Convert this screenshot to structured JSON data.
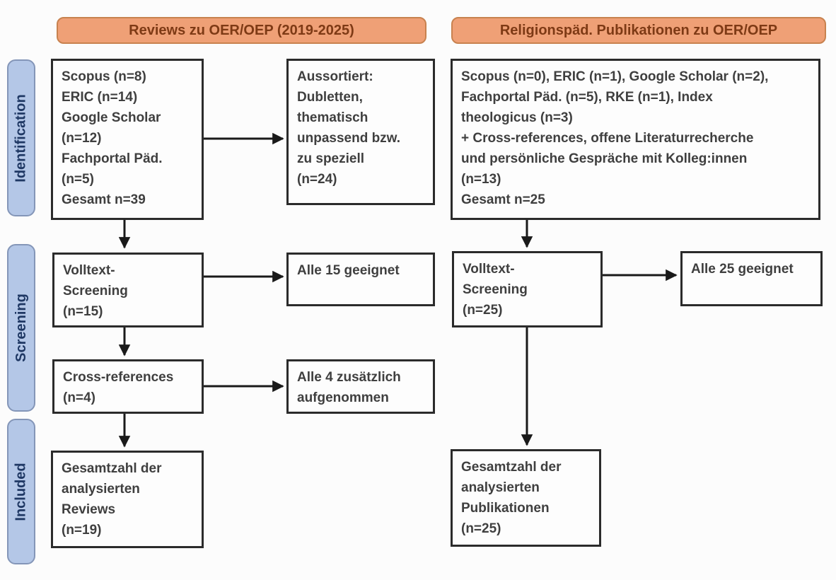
{
  "headers": {
    "left": "Reviews zu OER/OEP (2019-2025)",
    "right": "Religionspäd. Publikationen zu OER/OEP"
  },
  "stages": [
    {
      "label": "Identification"
    },
    {
      "label": "Screening"
    },
    {
      "label": "Included"
    }
  ],
  "boxes": {
    "left_sources": "Scopus (n=8)\nERIC (n=14)\nGoogle Scholar\n(n=12)\nFachportal Päd.\n(n=5)\nGesamt n=39",
    "left_excluded": "Aussortiert:\nDubletten,\nthematisch\nunpassend bzw.\nzu speziell\n(n=24)",
    "left_fulltext": "Volltext-\nScreening\n(n=15)",
    "left_eligible": "Alle 15 geeignet",
    "left_crossref": "Cross-references\n(n=4)",
    "left_added": "Alle 4 zusätzlich\naufgenommen",
    "left_total": "Gesamtzahl der\nanalysierten\nReviews\n(n=19)",
    "right_sources": "Scopus (n=0), ERIC (n=1), Google Scholar (n=2),\nFachportal Päd. (n=5), RKE (n=1), Index\ntheologicus (n=3)\n+ Cross-references, offene Literaturrecherche\nund persönliche Gespräche mit Kolleg:innen\n(n=13)\nGesamt n=25",
    "right_fulltext": "Volltext-\nScreening\n(n=25)",
    "right_eligible": "Alle 25 geeignet",
    "right_total": "Gesamtzahl der\nanalysierten\nPublikationen\n(n=25)"
  },
  "colors": {
    "header_fill": "#EFA076",
    "header_border": "#C8824F",
    "header_text": "#7E3A15",
    "stage_fill": "#B4C7E7",
    "stage_border": "#8496B8",
    "stage_text": "#1F3864",
    "box_border": "#2B2B2B",
    "box_text": "#3F3F3F",
    "arrow": "#1A1A1A"
  }
}
